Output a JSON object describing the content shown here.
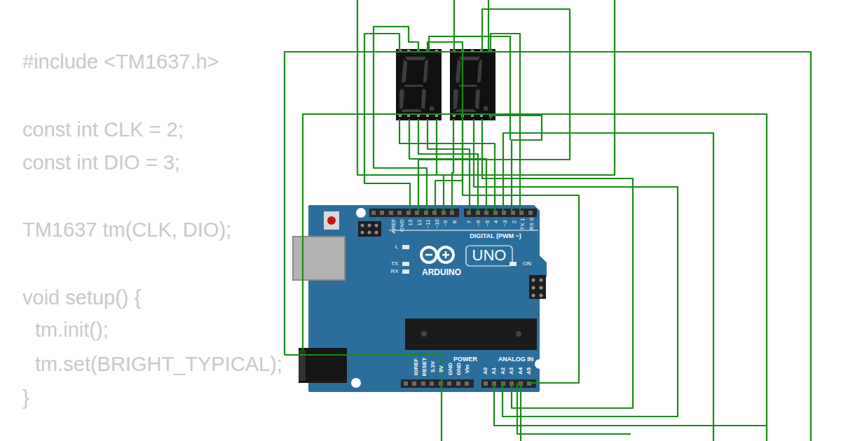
{
  "diagram": {
    "nodes": [
      {
        "text": [
          "AREF",
          "GND",
          "13",
          "12",
          "~11",
          "~10",
          "~9",
          "8",
          "7",
          "~6",
          "~5",
          "4",
          "~3",
          "2",
          "TX 1",
          "RX 0",
          "DIGITAL (PWM ~)",
          "L",
          "TX",
          "RX",
          "UNO",
          "ARDUINO",
          "ON",
          "IOREF",
          "RESET",
          "3.3V",
          "5V",
          "GND",
          "GND",
          "Vin",
          "POWER",
          "ANALOG IN",
          "A0",
          "A1",
          "A2",
          "A3",
          "A4",
          "A5"
        ]
      }
    ],
    "labels": [
      "#include <TM1637.h>",
      "const int CLK = 2;",
      "const int DIO = 3;",
      "TM1637 tm(CLK, DIO);",
      "void setup() {",
      "tm.init();",
      "tm.set(BRIGHT_TYPICAL);",
      "}"
    ]
  }
}
